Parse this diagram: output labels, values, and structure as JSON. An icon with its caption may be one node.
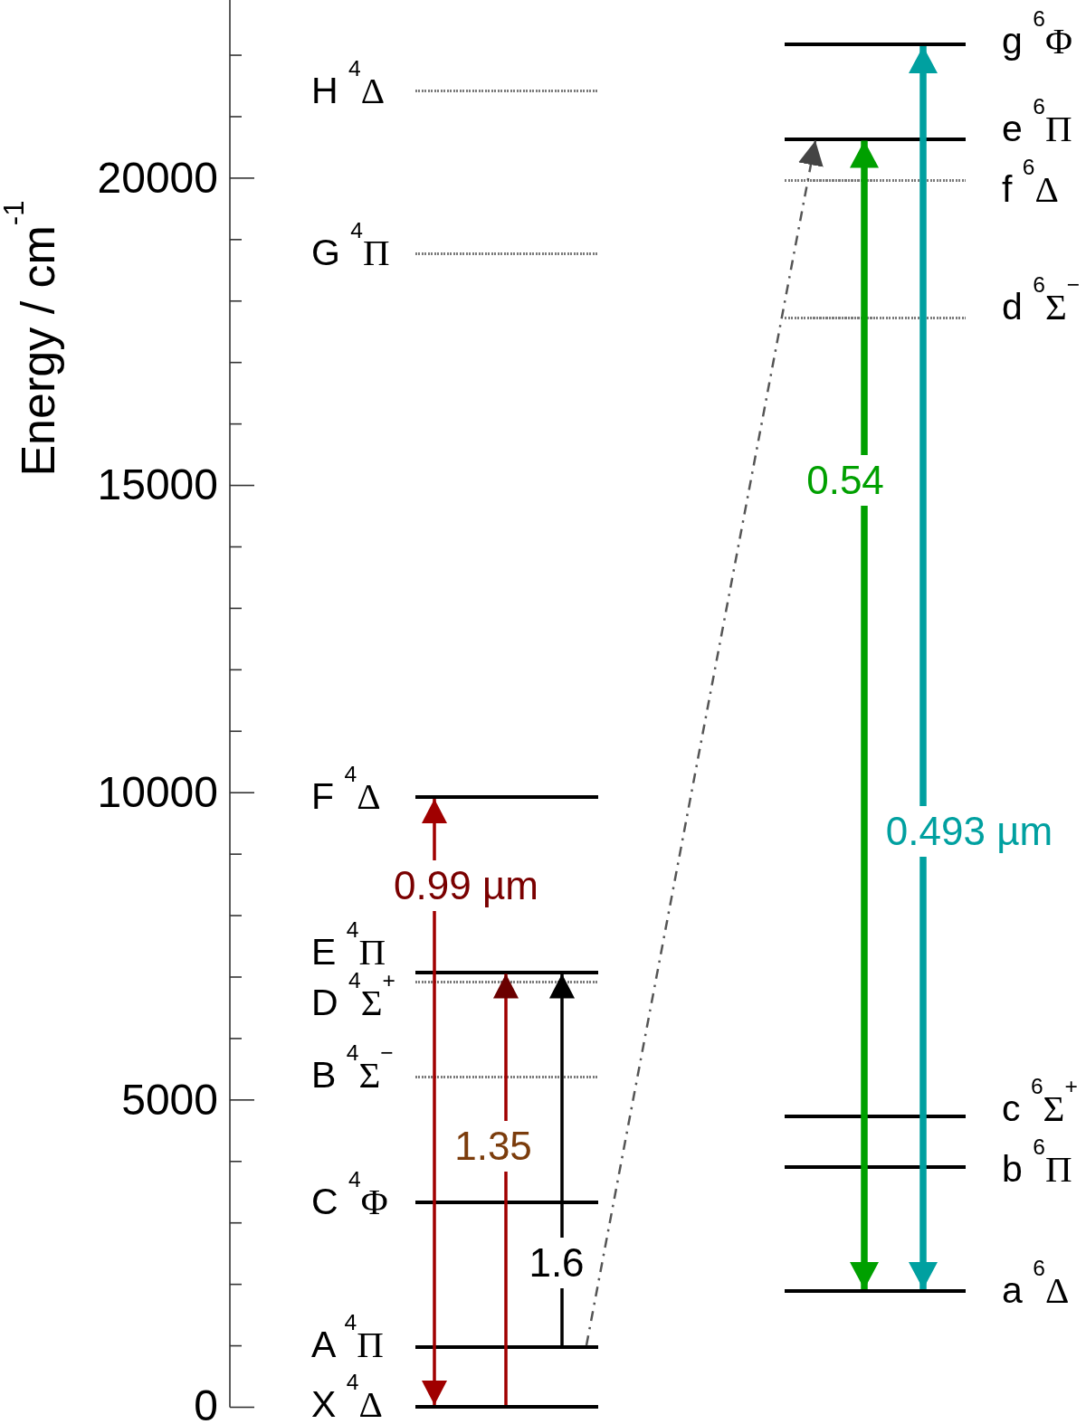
{
  "diagram": {
    "nodes": [
      {
        "text": [],
        "shape": "line",
        "beside": [
          "H $^{4}$Δ"
        ]
      },
      {
        "text": [],
        "shape": "line",
        "beside": [
          "G $^{4}$Π"
        ]
      },
      {
        "text": [],
        "shape": "line",
        "beside": [
          "F $^{4}$Δ"
        ]
      },
      {
        "text": [],
        "shape": "line",
        "beside": [
          "E $^{4}$Π"
        ]
      },
      {
        "text": [],
        "shape": "line",
        "beside": [
          "D $^{4}$Σ$^{+}$"
        ]
      },
      {
        "text": [],
        "shape": "line",
        "beside": [
          "B $^{4}$Σ$^{−}$"
        ]
      },
      {
        "text": [],
        "shape": "line",
        "beside": [
          "C $^{4}$Φ"
        ]
      },
      {
        "text": [],
        "shape": "line",
        "beside": [
          "A $^{4}$Π"
        ]
      },
      {
        "text": [],
        "shape": "line",
        "beside": [
          "X $^{4}$Δ"
        ]
      },
      {
        "text": [],
        "shape": "line",
        "beside": [
          "g $^{6}$Φ"
        ]
      },
      {
        "text": [],
        "shape": "line",
        "beside": [
          "e $^{6}$Π"
        ]
      },
      {
        "text": [],
        "shape": "line",
        "beside": [
          "f $^{6}$Δ"
        ]
      },
      {
        "text": [],
        "shape": "line",
        "beside": [
          "d $^{6}$Σ$^{−}$"
        ]
      },
      {
        "text": [],
        "shape": "line",
        "beside": [
          "c $^{6}$Σ$^{+}$"
        ]
      },
      {
        "text": [],
        "shape": "line",
        "beside": [
          "b $^{6}$Π"
        ]
      },
      {
        "text": [],
        "shape": "line",
        "beside": [
          "a $^{6}$Δ"
        ]
      }
    ],
    "edges": [
      {
        "from": 8,
        "to": 2,
        "arrow": "both",
        "label": "0.99 µm",
        "color": "#a00000"
      },
      {
        "from": 8,
        "to": 3,
        "arrow": "to",
        "label": "1.35",
        "color": "#a00000"
      },
      {
        "from": 7,
        "to": 3,
        "arrow": "to",
        "label": "1.6",
        "color": "#000000"
      },
      {
        "from": 7,
        "to": 10,
        "arrow": "to",
        "style": "dashed",
        "color": "#555555"
      },
      {
        "from": 15,
        "to": 10,
        "arrow": "both",
        "label": "0.54",
        "style": "thick",
        "color": "#00a000"
      },
      {
        "from": 15,
        "to": 9,
        "arrow": "both",
        "label": "0.493 µm",
        "style": "thick",
        "color": "#00a0a0"
      }
    ],
    "labels": [
      "Energy / cm$^{-1}$",
      "20000",
      "15000",
      "10000",
      "5000",
      "0"
    ]
  }
}
